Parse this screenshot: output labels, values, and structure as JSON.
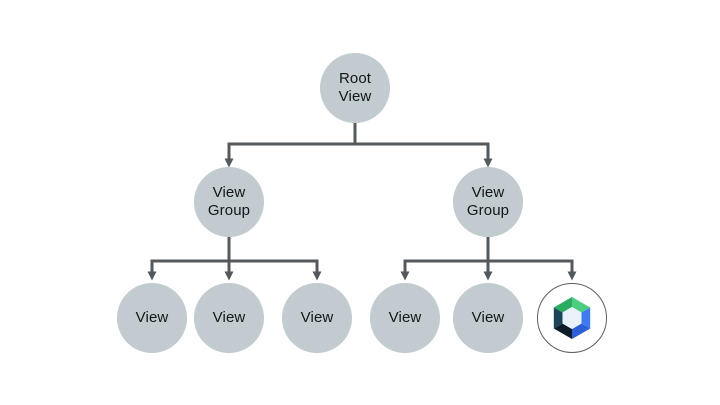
{
  "diagram": {
    "type": "tree",
    "description": "View hierarchy tree",
    "nodes": [
      {
        "id": "root-view",
        "label": "Root\nView"
      },
      {
        "id": "view-group-left",
        "label": "View\nGroup"
      },
      {
        "id": "view-group-right",
        "label": "View\nGroup"
      },
      {
        "id": "view-left-1",
        "label": "View"
      },
      {
        "id": "view-left-2",
        "label": "View"
      },
      {
        "id": "view-left-3",
        "label": "View"
      },
      {
        "id": "view-right-1",
        "label": "View"
      },
      {
        "id": "view-right-2",
        "label": "View"
      },
      {
        "id": "compose-node",
        "label": "",
        "icon": "jetpack-compose-logo"
      }
    ],
    "edges": [
      {
        "from": "root-view",
        "to": "view-group-left"
      },
      {
        "from": "root-view",
        "to": "view-group-right"
      },
      {
        "from": "view-group-left",
        "to": "view-left-1"
      },
      {
        "from": "view-group-left",
        "to": "view-left-2"
      },
      {
        "from": "view-group-left",
        "to": "view-left-3"
      },
      {
        "from": "view-group-right",
        "to": "view-right-1"
      },
      {
        "from": "view-group-right",
        "to": "view-right-2"
      },
      {
        "from": "view-group-right",
        "to": "compose-node"
      }
    ],
    "colors": {
      "background": "#ffffff",
      "node_fill": "#c1cbd0",
      "connector": "#54595d",
      "text": "#141617",
      "compose_circle_fill": "#ffffff",
      "compose_circle_border": "#595f63",
      "compose_green_dark": "#2bab60",
      "compose_green_light": "#4bce80",
      "compose_blue": "#3e7bf2",
      "compose_blue_dark": "#2b5fd9",
      "compose_navy": "#0d1d28",
      "compose_teal": "#1a4458",
      "compose_inner_hex": "#e9f2fb"
    }
  }
}
